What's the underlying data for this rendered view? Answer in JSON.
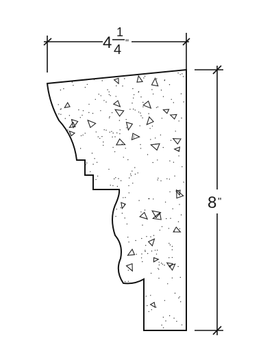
{
  "width_dimension": {
    "whole": "4",
    "fraction_numerator": "1",
    "fraction_denominator": "4",
    "unit_mark": "\""
  },
  "height_dimension": {
    "value": "8",
    "unit_mark": "\""
  },
  "colors": {
    "line": "#111111",
    "fill": "#ffffff",
    "stipple": "#333333"
  }
}
